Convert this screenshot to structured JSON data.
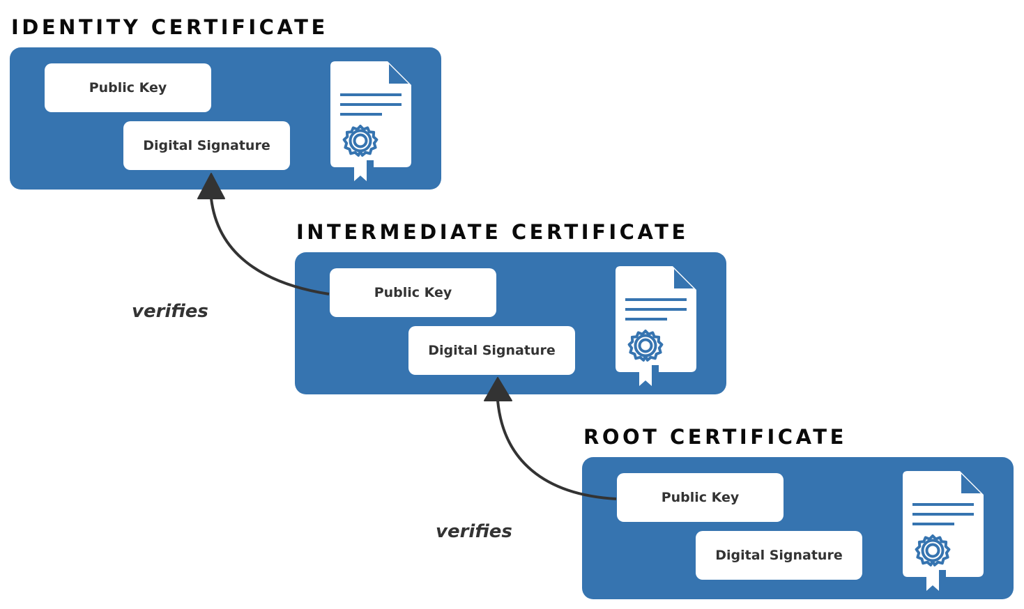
{
  "certificates": [
    {
      "title": "IDENTITY CERTIFICATE",
      "public_key": "Public Key",
      "signature": "Digital Signature"
    },
    {
      "title": "INTERMEDIATE CERTIFICATE",
      "public_key": "Public Key",
      "signature": "Digital Signature"
    },
    {
      "title": "ROOT CERTIFICATE",
      "public_key": "Public Key",
      "signature": "Digital Signature"
    }
  ],
  "arrows": [
    {
      "label": "verifies"
    },
    {
      "label": "verifies"
    }
  ],
  "colors": {
    "panel": "#3674b0",
    "box": "#ffffff",
    "title": "#0a0a0a",
    "text": "#333333",
    "arrow": "#333333"
  },
  "icons": [
    "certificate-document-icon"
  ]
}
